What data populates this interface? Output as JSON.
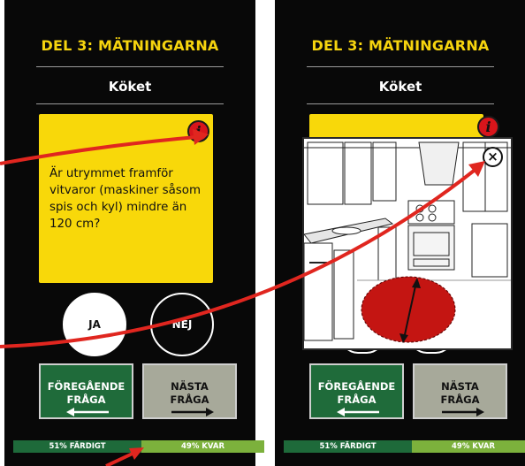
{
  "left_screen": {
    "section_title": "DEL 3: MÄTNINGARNA",
    "room": "Köket",
    "question": "Är utrymmet framför vitvaror (maskiner såsom spis och kyl) mindre än 120 cm?",
    "info_glyph": "i",
    "answer_yes": "JA",
    "answer_no": "NEJ",
    "prev_button": {
      "line1": "FÖREGÅENDE",
      "line2": "FRÅGA"
    },
    "next_button": {
      "line1": "NÄSTA",
      "line2": "FRÅGA"
    },
    "progress_done": "51% FÄRDIGT",
    "progress_left": "49% KVAR",
    "progress_fraction": 0.51
  },
  "right_screen": {
    "section_title": "DEL 3: MÄTNINGARNA",
    "room": "Köket",
    "info_glyph": "i",
    "close_glyph": "×",
    "prev_button": {
      "line1": "FÖREGÅENDE",
      "line2": "FRÅGA"
    },
    "next_button": {
      "line1": "NÄSTA",
      "line2": "FRÅGA"
    },
    "progress_done": "51% FÄRDIGT",
    "progress_left": "49% KVAR",
    "progress_fraction": 0.51
  },
  "colors": {
    "background": "#080808",
    "title_yellow": "#f6d40e",
    "card_yellow": "#f8d80a",
    "info_red": "#d8151b",
    "prev_green": "#1f6b3a",
    "next_grey": "#a7a99a",
    "progress_dark_green": "#1e6a3a",
    "progress_light_green": "#7cb13c",
    "annotation_red": "#e0261f"
  },
  "icons": [
    "info-icon",
    "close-icon",
    "left-arrow-icon",
    "right-arrow-icon",
    "kitchen-illustration"
  ]
}
